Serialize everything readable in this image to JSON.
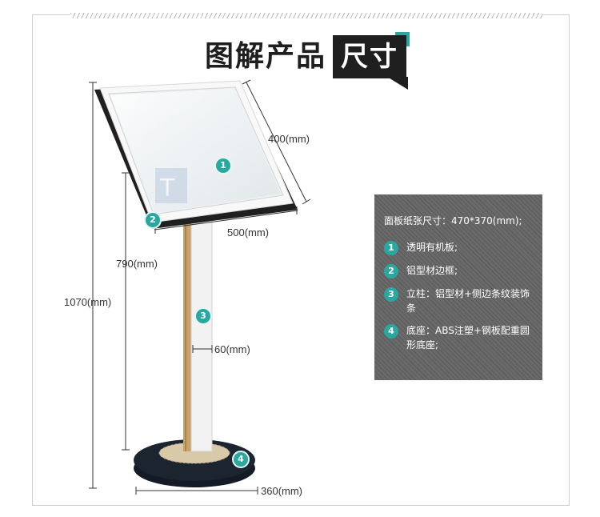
{
  "header": {
    "title_main": "图解产品",
    "title_highlight": "尺寸"
  },
  "dimensions": {
    "board_height": "400(mm)",
    "board_width": "500(mm)",
    "pole_height": "790(mm)",
    "total_height": "1070(mm)",
    "pole_width": "60(mm)",
    "base_diameter": "360(mm)"
  },
  "callouts": [
    "1",
    "2",
    "3",
    "4"
  ],
  "specs": {
    "title": "面板纸张尺寸：470*370(mm);",
    "items": [
      {
        "num": "1",
        "text": "透明有机板;"
      },
      {
        "num": "2",
        "text": "铝型材边框;"
      },
      {
        "num": "3",
        "text": "立柱：铝型材+侧边条纹装饰条"
      },
      {
        "num": "4",
        "text": "底座：ABS注塑+钢板配重圆形底座;"
      }
    ]
  },
  "colors": {
    "accent": "#2aa8a0",
    "title_box": "#1f1f1f",
    "wood_strip": "#c9a26a",
    "base": "#1c2430"
  }
}
